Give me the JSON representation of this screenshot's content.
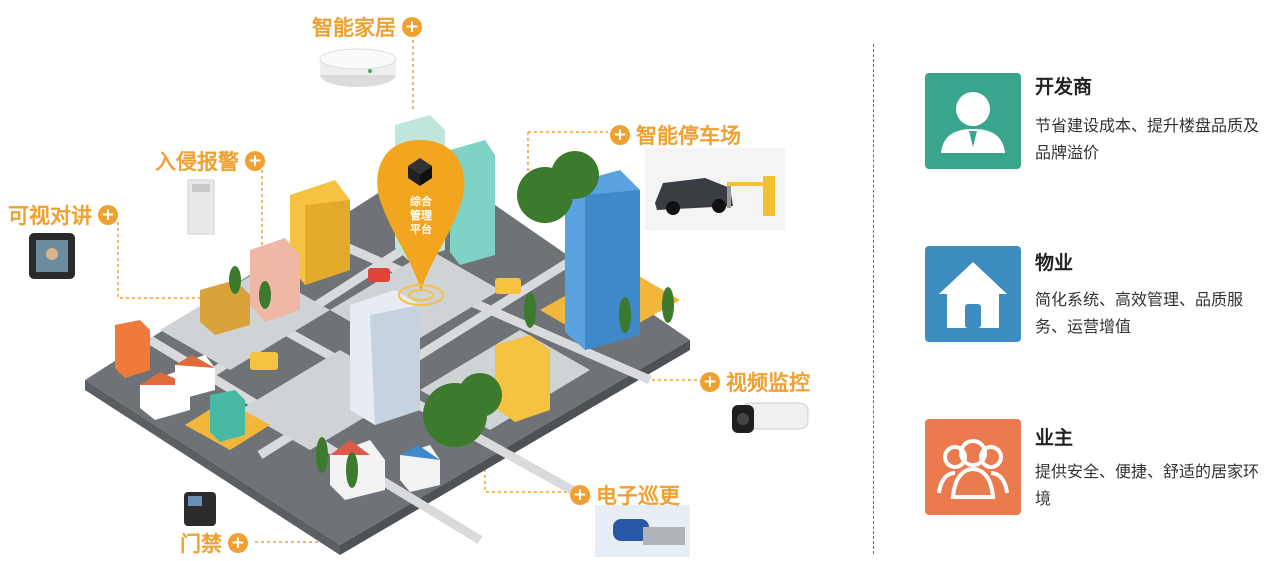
{
  "callouts": {
    "smart_home": "智能家居",
    "parking": "智能停车场",
    "intrusion": "入侵报警",
    "intercom": "可视对讲",
    "video": "视频监控",
    "patrol": "电子巡更",
    "access": "门禁"
  },
  "pin_label": "综合\n管理\n平台",
  "roles": [
    {
      "title": "开发商",
      "desc": "节省建设成本、提升楼盘品质及品牌溢价",
      "color": "#3aa58d",
      "icon": "person-icon"
    },
    {
      "title": "物业",
      "desc": "简化系统、高效管理、品质服务、运营增值",
      "color": "#3d8cc0",
      "icon": "house-icon"
    },
    {
      "title": "业主",
      "desc": "提供安全、便捷、舒适的居家环境",
      "color": "#ec7a4f",
      "icon": "group-icon"
    }
  ],
  "colors": {
    "accent": "#f0a030"
  }
}
